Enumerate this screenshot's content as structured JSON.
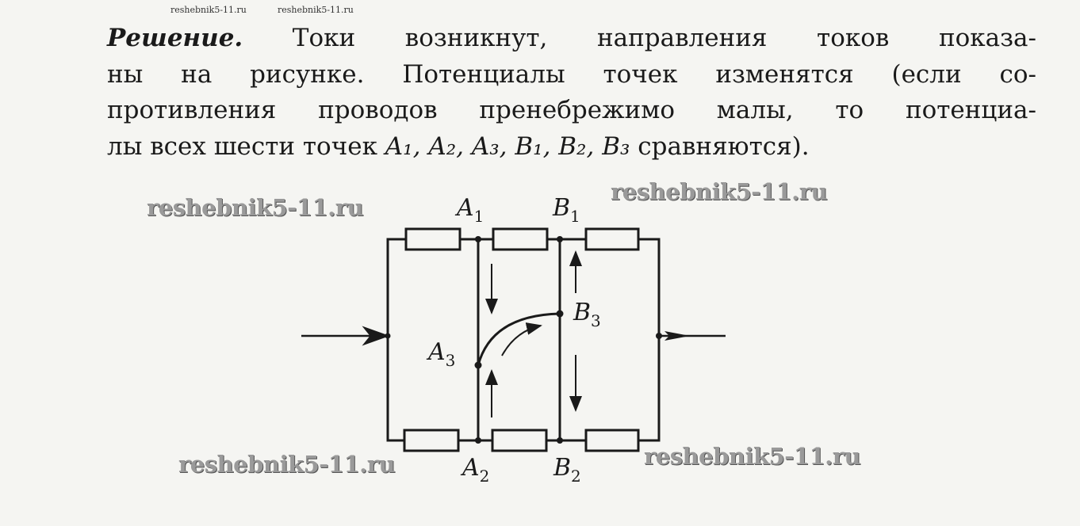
{
  "text": {
    "heading": "Решение.",
    "line1_rest": " Токи возникнут, направления токов показа-",
    "line2": "ны на рисунке. Потенциалы точек изменятся (если со-",
    "line3": "противления проводов пренебрежимо малы, то потенциа-",
    "line4_start": "лы всех шести точек ",
    "line4_points": "A₁, A₂, A₃, B₁, B₂, B₃",
    "line4_end": " сравняются)."
  },
  "watermarks": {
    "small1": "reshebnik5-11.ru",
    "small2": "reshebnik5-11.ru",
    "w1": "reshebnik5-11.ru",
    "w2": "reshebnik5-11.ru",
    "w3": "reshebnik5-11.ru",
    "w4": "reshebnik5-11.ru"
  },
  "circuit": {
    "labels": {
      "A1": {
        "letter": "A",
        "sub": "1"
      },
      "A2": {
        "letter": "A",
        "sub": "2"
      },
      "A3": {
        "letter": "A",
        "sub": "3"
      },
      "B1": {
        "letter": "B",
        "sub": "1"
      },
      "B2": {
        "letter": "B",
        "sub": "2"
      },
      "B3": {
        "letter": "B",
        "sub": "3"
      }
    }
  }
}
